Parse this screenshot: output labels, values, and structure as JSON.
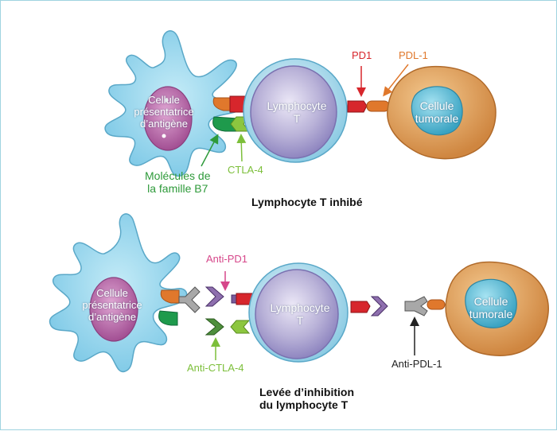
{
  "top": {
    "apc_label": [
      "Cellule",
      "présentatrice",
      "d’antigène"
    ],
    "lymphocyte_label": [
      "Lymphocyte",
      "T"
    ],
    "tumor_label": [
      "Cellule",
      "tumorale"
    ],
    "pd1": "PD1",
    "pdl1": "PDL-1",
    "b7": [
      "Molécules de",
      "la famille B7"
    ],
    "ctla4": "CTLA-4",
    "title": "Lymphocyte T inhibé"
  },
  "bottom": {
    "apc_label": [
      "Cellule",
      "présentatrice",
      "d’antigène"
    ],
    "lymphocyte_label": [
      "Lymphocyte",
      "T"
    ],
    "tumor_label": [
      "Cellule",
      "tumorale"
    ],
    "anti_pd1": "Anti-PD1",
    "anti_ctla4": "Anti-CTLA-4",
    "anti_pdl1": "Anti-PDL-1",
    "title": [
      "Levée d’inhibition",
      "du lymphocyte T"
    ]
  },
  "colors": {
    "apc": "#8fd3ec",
    "apc_nucleus": "#b66aa8",
    "lymphocyte": "#b9b2d8",
    "lymphocyte_ring": "#a9d8ea",
    "tumor": "#e2a461",
    "tumor_nucleus": "#4eb6d0",
    "pd1": "#d7262c",
    "pdl1": "#e0782c",
    "b7": "#1e9a4c",
    "ctla4": "#8cc63f",
    "antibody": "#9a9a9a",
    "label_pd1": "#d7262c",
    "label_pdl1": "#e0782c",
    "label_green": "#2e9a3a",
    "label_ctla4": "#7cbf3a",
    "label_antipd1": "#d6478a"
  }
}
